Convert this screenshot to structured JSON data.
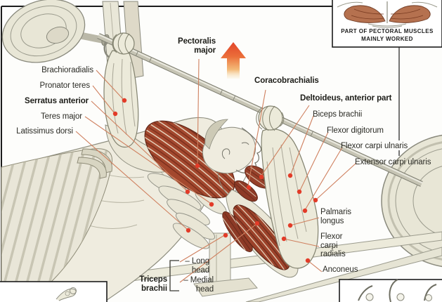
{
  "page": {
    "description_visible_text_only": true,
    "colors": {
      "leader_line": "#cf805f",
      "marker_dot": "#e23b28",
      "muscle_red": "#a3482e",
      "muscle_red_dark": "#7a2f1d",
      "arrow_top": "#e2452a",
      "arrow_bottom": "#f8ecca",
      "frame": "#1c1c1c",
      "label_text": "#2b2b25",
      "paper": "#fdfdfb"
    }
  },
  "labels": {
    "brachioradialis": "Brachioradialis",
    "pronator_teres": "Pronator teres",
    "serratus_anterior": "Serratus anterior",
    "teres_major": "Teres major",
    "latissimus_dorsi": "Latissimus dorsi",
    "pectoralis_major": "Pectoralis major",
    "coracobrachialis": "Coracobrachialis",
    "deltoideus_anterior": "Deltoideus, anterior part",
    "biceps_brachii": "Biceps brachii",
    "flexor_digitorum": "Flexor digitorum",
    "flexor_carpi_ulnaris": "Flexor carpi ulnaris",
    "extensor_carpi_ulnaris": "Extensor carpi ulnaris",
    "palmaris_longus": "Palmaris longus",
    "flexor_carpi_radialis": "Flexor carpi radialis",
    "anconeus": "Anconeus",
    "triceps_brachii": "Triceps brachii",
    "triceps_long_head": "– Long head",
    "triceps_medial_head": "– Medial head"
  },
  "inset_top_right": {
    "caption_line1": "PART OF PECTORAL MUSCLES",
    "caption_line2": "MAINLY WORKED"
  },
  "movement_arrow": {
    "direction": "up"
  }
}
